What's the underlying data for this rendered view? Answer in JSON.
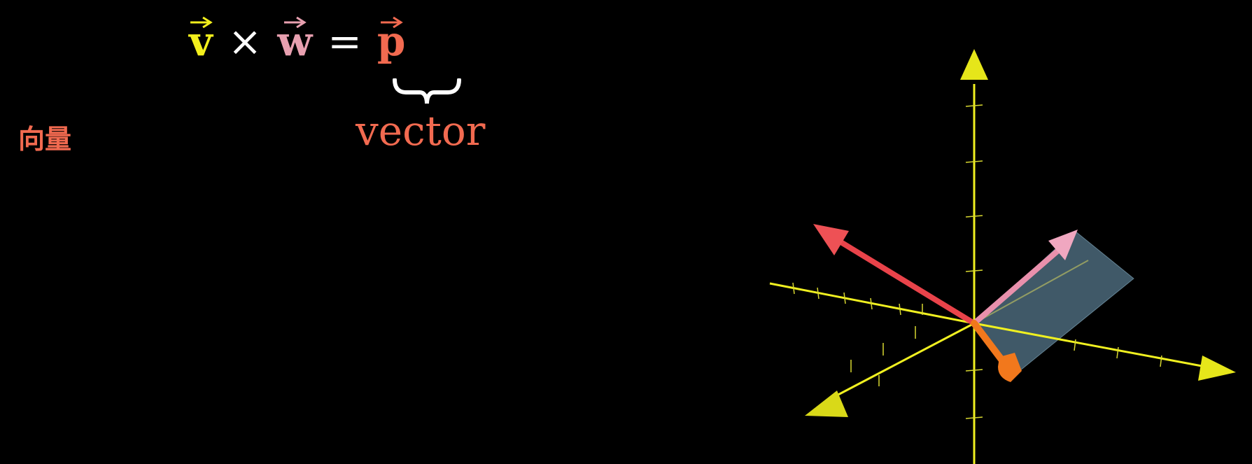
{
  "equation": {
    "v": "v",
    "times": "×",
    "w": "w",
    "equals": "=",
    "p": "p"
  },
  "brace_label": "vector",
  "side_label": "向量",
  "colors": {
    "background": "#000000",
    "v": "#f3ef1c",
    "w": "#e8a0b0",
    "p": "#f26a50",
    "axis": "#f0f020",
    "red_vector": "#e9434a",
    "pink_vector": "#e990ac",
    "orange_vector": "#f2781c",
    "parallelogram": "#8fc6e6"
  },
  "icons": {
    "v_hat": "vector-arrow-icon",
    "w_hat": "vector-arrow-icon",
    "p_hat": "vector-arrow-icon"
  }
}
